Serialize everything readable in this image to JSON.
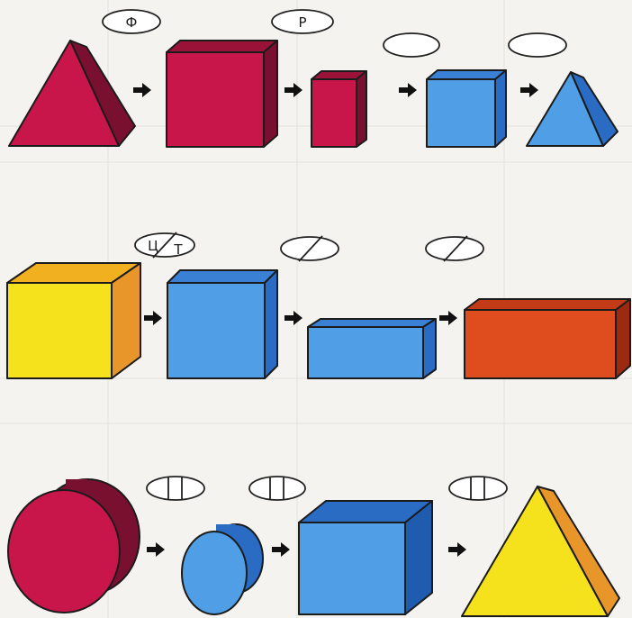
{
  "colors": {
    "crimson": "#c8154a",
    "crimson_side": "#7a1030",
    "blue": "#4f9ee6",
    "blue_dark": "#2a6cc4",
    "yellow": "#f6e21c",
    "orange": "#e8962a",
    "red_orange": "#df4d1f",
    "red_orange_dark": "#9c2a10",
    "outline": "#1b1b1b",
    "paper": "#f4f3ef"
  },
  "rows": [
    {
      "name": "row-1",
      "shapes": [
        {
          "type": "triangle",
          "color": "crimson"
        },
        {
          "type": "cube",
          "color": "crimson"
        },
        {
          "type": "cube",
          "color": "crimson",
          "size": "small"
        },
        {
          "type": "cube",
          "color": "blue",
          "size": "small"
        },
        {
          "type": "triangle",
          "color": "blue",
          "size": "small"
        }
      ],
      "labels": [
        "Ф",
        "Р",
        "",
        ""
      ]
    },
    {
      "name": "row-2",
      "shapes": [
        {
          "type": "cube",
          "color": "yellow"
        },
        {
          "type": "cube",
          "color": "blue"
        },
        {
          "type": "bar",
          "color": "blue"
        },
        {
          "type": "bar",
          "color": "red_orange"
        }
      ],
      "labels": [
        "Ц/Т",
        "crossed",
        "crossed"
      ]
    },
    {
      "name": "row-3",
      "shapes": [
        {
          "type": "cylinder",
          "color": "crimson"
        },
        {
          "type": "cylinder",
          "color": "blue",
          "size": "small"
        },
        {
          "type": "cube",
          "color": "blue"
        },
        {
          "type": "triangle",
          "color": "yellow"
        }
      ],
      "labels": [
        "split",
        "split",
        "split"
      ]
    }
  ],
  "label_text": {
    "f": "Ф",
    "r": "Р",
    "c": "Ц",
    "t": "Т"
  }
}
